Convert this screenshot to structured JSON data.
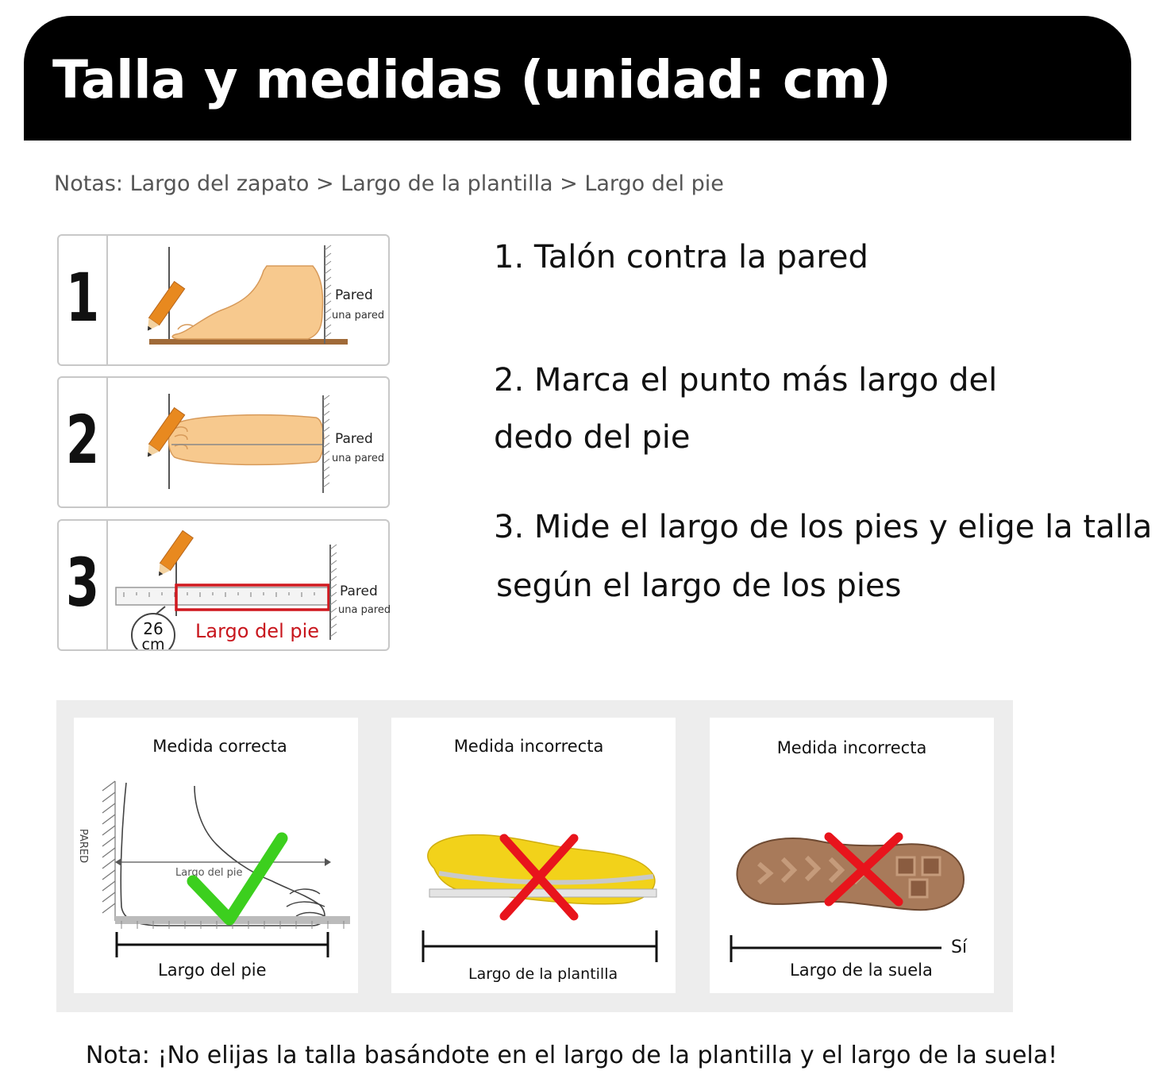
{
  "header": {
    "title": "Talla y medidas (unidad: cm)"
  },
  "notes": "Notas: Largo del zapato > Largo de la plantilla > Largo del pie",
  "steps": [
    {
      "number": "1",
      "wall_label": "Pared",
      "wall_sub": "una pared"
    },
    {
      "number": "2",
      "wall_label": "Pared",
      "wall_sub": "una pared"
    },
    {
      "number": "3",
      "wall_label": "Pared",
      "wall_sub": "una pared",
      "badge_value": "26",
      "badge_unit": "cm",
      "length_label": "Largo del pie"
    }
  ],
  "instructions": {
    "step1": "1. Talón contra la pared",
    "step2_line1": "2. Marca el punto más largo del",
    "step2_line2": "dedo del pie",
    "step3_line1": "3. Mide el largo de los pies y elige la talla",
    "step3_line2": "según el largo de los pies"
  },
  "comparison": [
    {
      "title": "Medida correcta",
      "bar_label": "Largo del pie",
      "wall_label": "PARED",
      "inner_label": "Largo del pie"
    },
    {
      "title": "Medida incorrecta",
      "bar_label": "Largo de la plantilla"
    },
    {
      "title": "Medida incorrecta",
      "bar_label": "Largo de la suela",
      "side_label": "Sí"
    }
  ],
  "final_note": "Nota: ¡No elijas la talla basándote en el largo de la plantilla y el largo de la suela!",
  "colors": {
    "header_bg": "#000000",
    "foot_fill": "#f7c98e",
    "pencil": "#e8891f",
    "ruler_box": "#d0181f",
    "check": "#3ccf1e",
    "cross": "#e8141c",
    "insole": "#f2d21a",
    "sole": "#a87a5a"
  }
}
